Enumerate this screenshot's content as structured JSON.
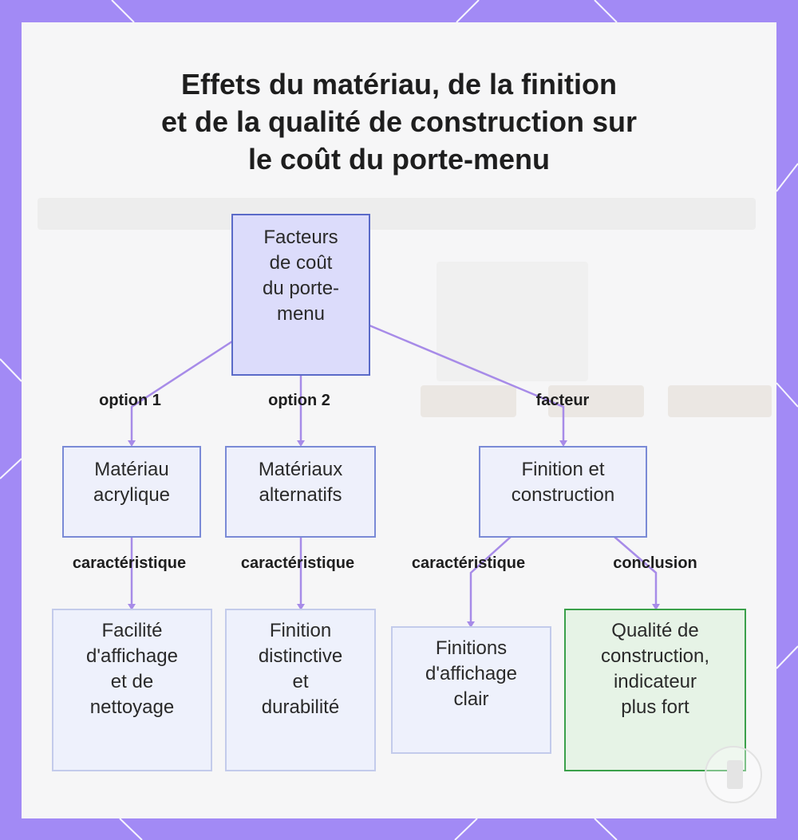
{
  "colors": {
    "frame": "#a28af5",
    "card": "#f6f6f7",
    "connector": "#a78be8",
    "root_fill": "#dcdcfb",
    "root_border": "#5a6ac8",
    "good_border": "#3aa04a"
  },
  "title": {
    "line1": "Effets du matériau, de la finition",
    "line2": "et de la qualité de construction sur",
    "line3": "le coût du porte-menu"
  },
  "nodes": {
    "root": [
      "Facteurs",
      "de coût",
      "du porte-",
      "menu"
    ],
    "acrylic": [
      "Matériau",
      "acrylique"
    ],
    "alternatives": [
      "Matériaux",
      "alternatifs"
    ],
    "finish": [
      "Finition et",
      "construction"
    ],
    "leaf_acrylic": [
      "Facilité",
      "d'affichage",
      "et de",
      "nettoyage"
    ],
    "leaf_alternatives": [
      "Finition",
      "distinctive",
      "et",
      "durabilité"
    ],
    "leaf_finish": [
      "Finitions",
      "d'affichage",
      "clair"
    ],
    "leaf_quality": [
      "Qualité de",
      "construction,",
      "indicateur",
      "plus fort"
    ]
  },
  "edges": {
    "option1": "option 1",
    "option2": "option 2",
    "factor": "facteur",
    "char1": "caractéristique",
    "char2": "caractéristique",
    "char3": "caractéristique",
    "conclusion": "conclusion"
  },
  "badge_icon": "phone-icon"
}
